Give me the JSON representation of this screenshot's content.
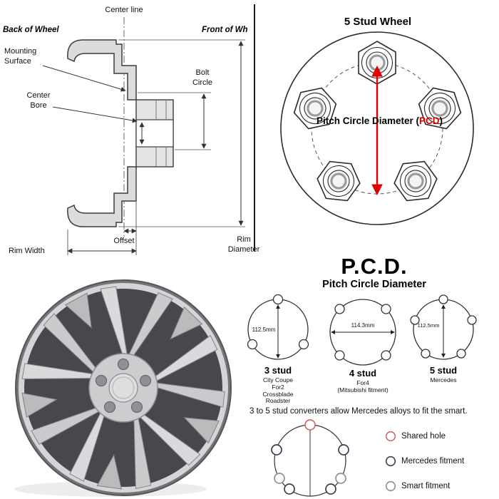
{
  "cross_section": {
    "center_line_label": "Center line",
    "back_label": "Back of Wheel",
    "front_label": "Front of Wh",
    "mounting_surface_label": "Mounting\nSurface",
    "bolt_circle_label": "Bolt\nCircle",
    "center_bore_label": "Center\nBore",
    "offset_label": "Offset",
    "rim_width_label": "Rim Width",
    "rim_diameter_label": "Rim\nDiameter"
  },
  "five_stud_wheel": {
    "title": "5 Stud Wheel",
    "stud_count": 5,
    "pcd_label_prefix": "Pitch Circle Diameter (",
    "pcd_label_accent": "PCD",
    "pcd_label_suffix": ")",
    "accent_color": "#e10000"
  },
  "pcd_panel": {
    "title": "P.C.D.",
    "subtitle": "Pitch Circle Diameter",
    "diagrams": [
      {
        "studs": 3,
        "measurement": "112.5mm",
        "name": "3 stud",
        "fitment": "City Coupe\nFor2\nCrossblade\nRoadster"
      },
      {
        "studs": 4,
        "measurement": "114.3mm",
        "name": "4 stud",
        "fitment": "For4\n(Mitsubishi fitment)"
      },
      {
        "studs": 5,
        "measurement": "112.5mm",
        "name": "5 stud",
        "fitment": "Mercedes"
      }
    ],
    "note": "3 to 5 stud converters allow Mercedes alloys to fit the smart.",
    "legend": [
      {
        "label": "Shared hole",
        "color": "#cf6a6a"
      },
      {
        "label": "Mercedes fitment",
        "color": "#3d3d4d"
      },
      {
        "label": "Smart fitment",
        "color": "#8e8e99"
      }
    ]
  }
}
